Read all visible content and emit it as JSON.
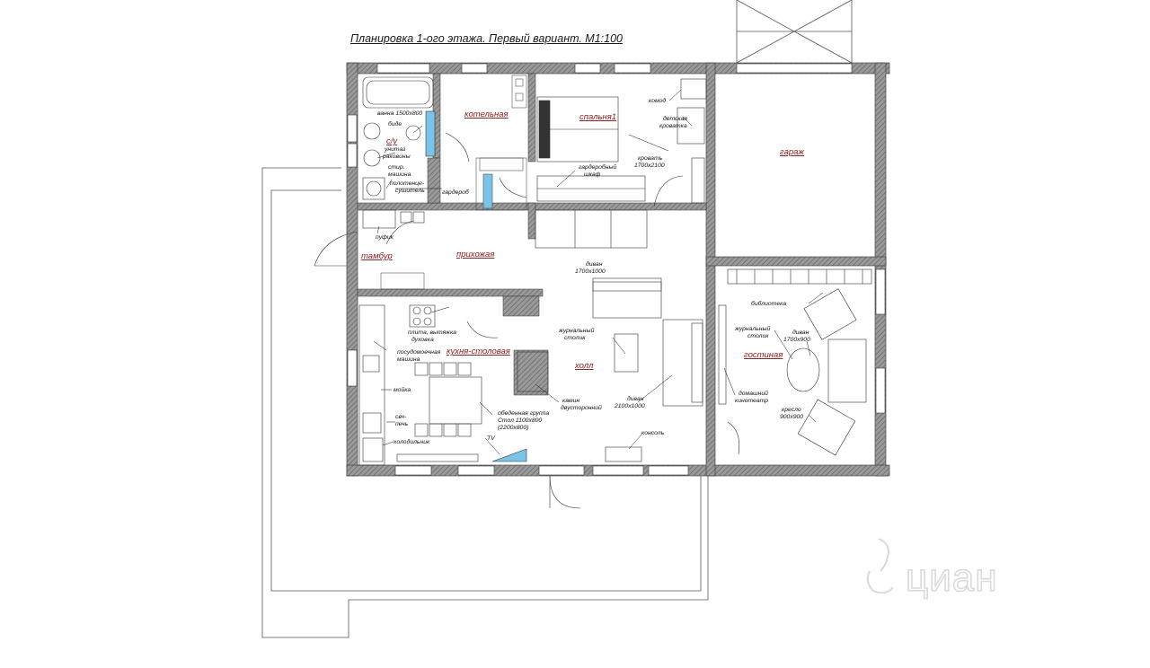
{
  "title": "Планировка 1-ого этажа. Первый вариант. М1:100",
  "rooms": {
    "boiler": "котельная",
    "bedroom": "спальня1",
    "garage": "гараж",
    "wc": "с/у",
    "vestibule": "тамбур",
    "hallway": "прихожая",
    "kitchen": "кухня-столовая",
    "hall": "холл",
    "living": "гостиная"
  },
  "labels": {
    "bath": "ванна 1500х800",
    "bidet": "биде",
    "toilet_sink_1": "унитаз",
    "toilet_sink_2": "раковины",
    "washer_1": "стир.",
    "washer_2": "машина",
    "towel_1": "полотенце-",
    "towel_2": "сушитель",
    "wardrobe_room": "гардероб",
    "pouf": "пуфик",
    "closet_1": "гардеробный",
    "closet_2": "шкаф",
    "bed_1": "кровать",
    "bed_2": "1700х2100",
    "dresser": "комод",
    "crib_1": "детская",
    "crib_2": "кроватка",
    "sofa_hall_1": "диван",
    "sofa_hall_2": "1700х1000",
    "stove_1": "плита, вытяжка",
    "stove_2": "духовка",
    "dishwasher_1": "посудомоечная",
    "dishwasher_2": "машина",
    "sink": "мойка",
    "microwave_1": "свч-",
    "microwave_2": "печь",
    "fridge": "холодильник",
    "dining_1": "обеденная группа",
    "dining_2": "Стол 1100х800",
    "dining_3": "(2200х800)",
    "tv": "TV",
    "coffee_table_hall_1": "журнальный",
    "coffee_table_hall_2": "столик",
    "fireplace_1": "камин",
    "fireplace_2": "двусторонний",
    "sofa_hall_big_1": "диван",
    "sofa_hall_big_2": "2100х1000",
    "console": "консоль",
    "library": "библиотека",
    "coffee_table_living_1": "журнальный",
    "coffee_table_living_2": "столик",
    "sofa_living_1": "диван",
    "sofa_living_2": "1700х900",
    "home_theater_1": "домашний",
    "home_theater_2": "кинотеатр",
    "armchair_1": "кресло",
    "armchair_2": "900х900"
  },
  "watermark": "циан",
  "colors": {
    "wall_hatch": "#7a7a7a",
    "room_label": "#8b1a1a",
    "glass": "#79c4e8"
  }
}
